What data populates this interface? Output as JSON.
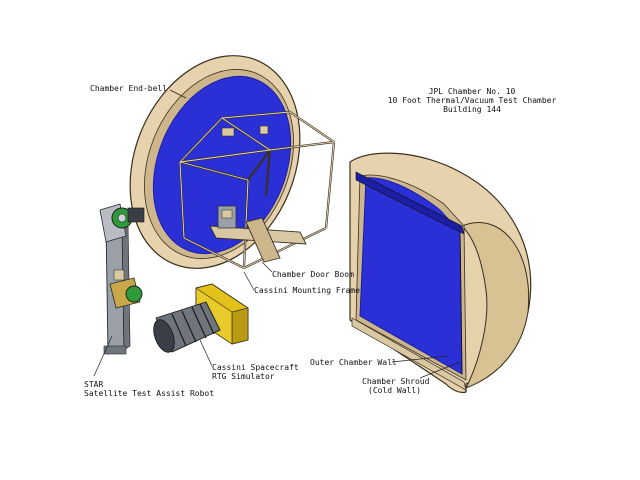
{
  "title": {
    "line1": "JPL Chamber No. 10",
    "line2": "10 Foot Thermal/Vacuum Test Chamber",
    "line3": "Building 144"
  },
  "labels": {
    "end_bell": "Chamber End-bell",
    "door_boom": "Chamber Door Boom",
    "mounting_frame": "Cassini Mounting Frame",
    "spacecraft_line1": "Cassini Spacecraft",
    "spacecraft_line2": "RTG Simulator",
    "star_line1": "STAR",
    "star_line2": "Satellite Test Assist Robot",
    "outer_wall": "Outer Chamber Wall",
    "shroud_line1": "Chamber Shroud",
    "shroud_line2": "(Cold Wall)"
  },
  "colors": {
    "shell": "#e6d2ad",
    "shell_edge": "#3a3020",
    "shroud": "#2b2fd6",
    "shroud_dark": "#1c1fa3",
    "frame": "#d9c9a3",
    "rtg_yellow": "#e2c21a",
    "robot_green": "#2e9a3a",
    "robot_gray": "#9aa0a8"
  }
}
